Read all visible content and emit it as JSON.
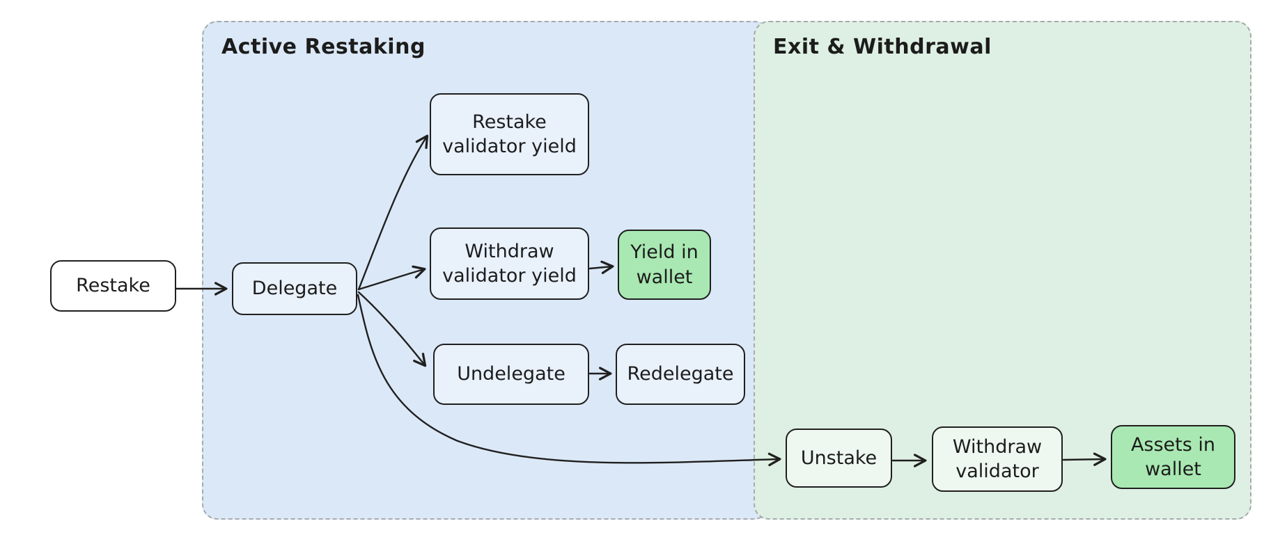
{
  "diagram": {
    "canvas_background": "#ffffff",
    "text_color": "#1c1c1c",
    "edge_color": "#1f1f1f",
    "group_border_color": "#a6aaad",
    "groups": {
      "active_restaking": {
        "label": "Active Restaking",
        "fill": "#dbe8f7"
      },
      "exit_withdrawal": {
        "label": "Exit & Withdrawal",
        "fill": "#def0e3"
      }
    },
    "nodes": {
      "restake": {
        "label": "Restake",
        "fill": "#ffffff"
      },
      "delegate": {
        "label": "Delegate",
        "fill": "#e9f1fb"
      },
      "restake_validator_yield": {
        "label": "Restake\nvalidator yield",
        "fill": "#e9f1fb"
      },
      "withdraw_validator_yield": {
        "label": "Withdraw\nvalidator yield",
        "fill": "#e9f1fb"
      },
      "yield_in_wallet": {
        "label": "Yield in\nwallet",
        "fill": "#a9e8b2"
      },
      "undelegate": {
        "label": "Undelegate",
        "fill": "#e9f1fb"
      },
      "redelegate": {
        "label": "Redelegate",
        "fill": "#e9f1fb"
      },
      "unstake": {
        "label": "Unstake",
        "fill": "#eef8f0"
      },
      "withdraw_validator": {
        "label": "Withdraw\nvalidator",
        "fill": "#eef8f0"
      },
      "assets_in_wallet": {
        "label": "Assets in\nwallet",
        "fill": "#a9e8b2"
      }
    },
    "edges": [
      {
        "from": "Restake",
        "to": "Delegate"
      },
      {
        "from": "Delegate",
        "to": "Restake validator yield"
      },
      {
        "from": "Delegate",
        "to": "Withdraw validator yield"
      },
      {
        "from": "Delegate",
        "to": "Undelegate"
      },
      {
        "from": "Delegate",
        "to": "Unstake"
      },
      {
        "from": "Withdraw validator yield",
        "to": "Yield in wallet"
      },
      {
        "from": "Undelegate",
        "to": "Redelegate"
      },
      {
        "from": "Unstake",
        "to": "Withdraw validator"
      },
      {
        "from": "Withdraw validator",
        "to": "Assets in wallet"
      }
    ]
  }
}
